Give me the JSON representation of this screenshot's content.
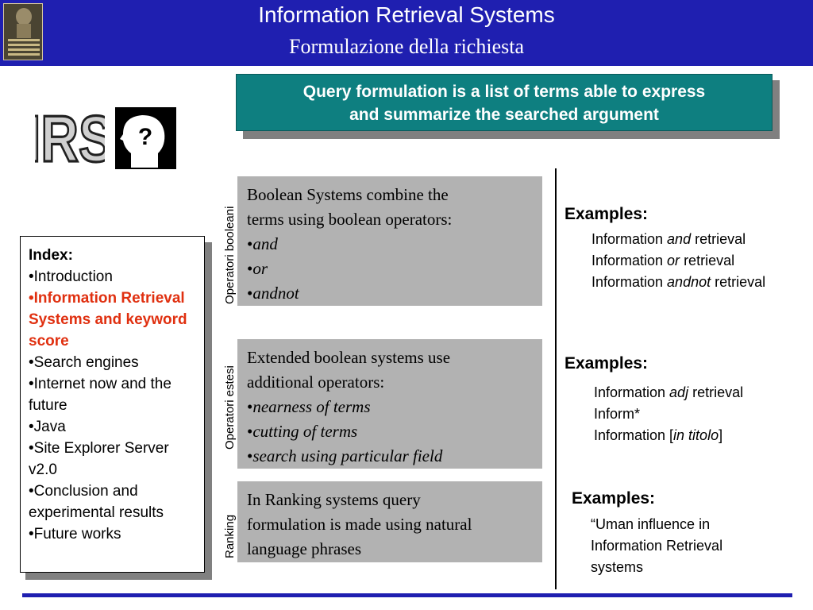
{
  "header": {
    "title": "Information Retrieval Systems",
    "subtitle": "Formulazione della richiesta"
  },
  "definition": {
    "line1": "Query formulation is a list of terms able to express",
    "line2": "and summarize the searched argument"
  },
  "irs_label": "IRS",
  "head_icon_glyph": "?",
  "index": {
    "title": "Index:",
    "items": [
      {
        "text": "Introduction",
        "active": false
      },
      {
        "text": "Information Retrieval Systems and keyword score",
        "active": true
      },
      {
        "text": "Search engines",
        "active": false
      },
      {
        "text": "Internet now and the future",
        "active": false
      },
      {
        "text": "Java",
        "active": false
      },
      {
        "text": "Site Explorer Server v2.0",
        "active": false
      },
      {
        "text": "Conclusion and experimental results",
        "active": false
      },
      {
        "text": "Future works",
        "active": false
      }
    ]
  },
  "sections": [
    {
      "side_label": "Operatori booleani",
      "box_line1": "Boolean Systems combine the",
      "box_line2": "terms using boolean operators:",
      "bullets": [
        "and",
        "or",
        "andnot"
      ],
      "examples_title": "Examples:",
      "examples": [
        {
          "pre": "Information ",
          "em": "and",
          "post": " retrieval"
        },
        {
          "pre": "Information ",
          "em": "or",
          "post": " retrieval"
        },
        {
          "pre": "Information ",
          "em": "andnot",
          "post": " retrieval"
        }
      ]
    },
    {
      "side_label": "Operatori estesi",
      "box_line1": "Extended boolean systems use",
      "box_line2": "additional operators:",
      "bullets": [
        "nearness of terms",
        "cutting of terms",
        "search using particular field"
      ],
      "examples_title": "Examples:",
      "examples": [
        {
          "pre": "Information ",
          "em": "adj",
          "post": " retrieval"
        },
        {
          "pre": "Inform*",
          "em": "",
          "post": ""
        },
        {
          "pre": "Information [",
          "em": "in titolo",
          "post": "]"
        }
      ]
    },
    {
      "side_label": "Ranking",
      "box_line1": "In Ranking systems query",
      "box_line2": "formulation is made using natural",
      "box_line3": "language phrases",
      "examples_title": "Examples:",
      "examples_text": [
        "“Uman influence in",
        "Information Retrieval",
        "systems"
      ]
    }
  ],
  "colors": {
    "header_bg": "#1f1fb0",
    "definition_bg": "#0e7f80",
    "box_bg": "#b2b2b2",
    "active_index": "#e03010"
  }
}
